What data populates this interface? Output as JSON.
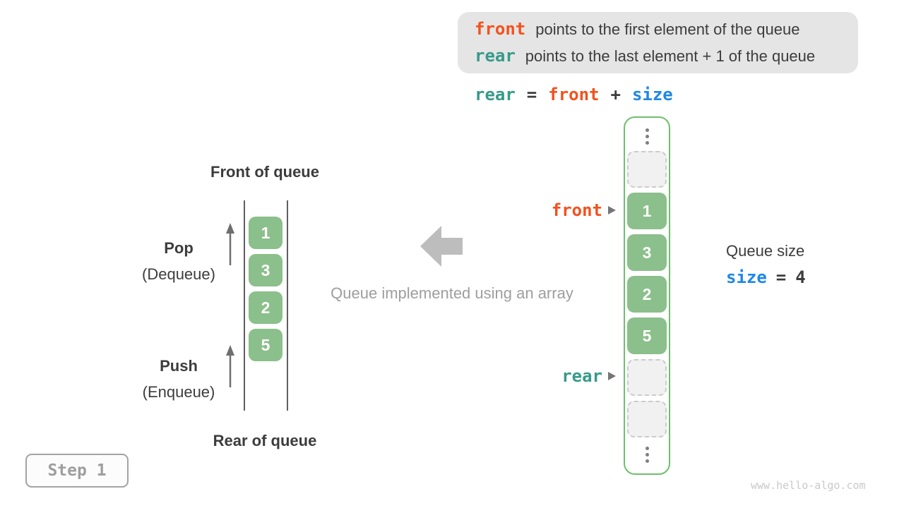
{
  "colors": {
    "front_accent": "#f4511e",
    "rear_accent": "#369a8a",
    "size_accent": "#1e88e5",
    "cell_green": "#8bbf8b",
    "array_border_green": "#6fbe6f",
    "legend_bg": "#e5e5e5",
    "muted_gray": "#9e9e9e",
    "big_arrow_gray": "#bdbdbd"
  },
  "legend": {
    "line1": {
      "keyword": "front",
      "text": "points to the first element of the queue"
    },
    "line2": {
      "keyword": "rear",
      "text": "points to the last element + 1 of the queue"
    }
  },
  "formula": {
    "rear": "rear",
    "eq": "=",
    "front": "front",
    "plus": "+",
    "size": "size"
  },
  "left_queue": {
    "front_label": "Front of queue",
    "rear_label": "Rear of queue",
    "pop_title": "Pop",
    "pop_subtitle": "(Dequeue)",
    "push_title": "Push",
    "push_subtitle": "(Enqueue)",
    "values": [
      "1",
      "3",
      "2",
      "5"
    ]
  },
  "middle": {
    "caption": "Queue implemented using an array"
  },
  "array_view": {
    "values": [
      "1",
      "3",
      "2",
      "5"
    ],
    "front_pointer": "front",
    "rear_pointer": "rear"
  },
  "size_panel": {
    "title": "Queue size",
    "variable": "size",
    "equals": "=",
    "value": "4"
  },
  "step_badge": {
    "label": "Step 1"
  },
  "watermark": "www.hello-algo.com"
}
